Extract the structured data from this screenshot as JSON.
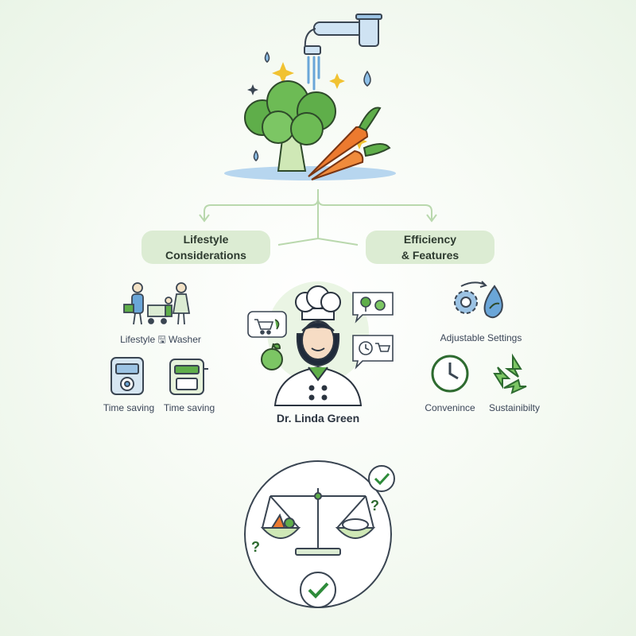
{
  "top": {
    "illustration": "faucet-washing-vegetables",
    "icons": [
      "faucet-icon",
      "broccoli-icon",
      "carrot-icon",
      "water-drop-icon",
      "sparkle-icon"
    ]
  },
  "branches": {
    "left_label_line1": "Lifestyle",
    "left_label_line2": "Considerations",
    "right_label_line1": "Efficiency",
    "right_label_line2": "& Features"
  },
  "left_items": {
    "family_label": "Lifestyle 🖫 Washer",
    "washer_a_label": "Time saving",
    "washer_b_label": "Time saving"
  },
  "center": {
    "person_name": "Dr. Linda Green",
    "icons": [
      "chef-avatar-icon",
      "apple-icon",
      "shopping-cart-icon",
      "veggie-bubble-icon",
      "clock-cart-bubble-icon"
    ]
  },
  "right_items": {
    "settings_label": "Adjustable Settings",
    "convenience_label": "Convenince",
    "sustainability_label": "Sustainibilty"
  },
  "bottom": {
    "illustration": "balance-scale-with-check",
    "icons": [
      "scale-icon",
      "check-circle-icon",
      "question-mark-icon"
    ]
  },
  "colors": {
    "accent_green": "#4c9a4a",
    "pill_bg": "#dcecd3",
    "water_blue": "#6aa6d8",
    "carrot_orange": "#ec7a2f",
    "line_gray": "#3a4552"
  }
}
